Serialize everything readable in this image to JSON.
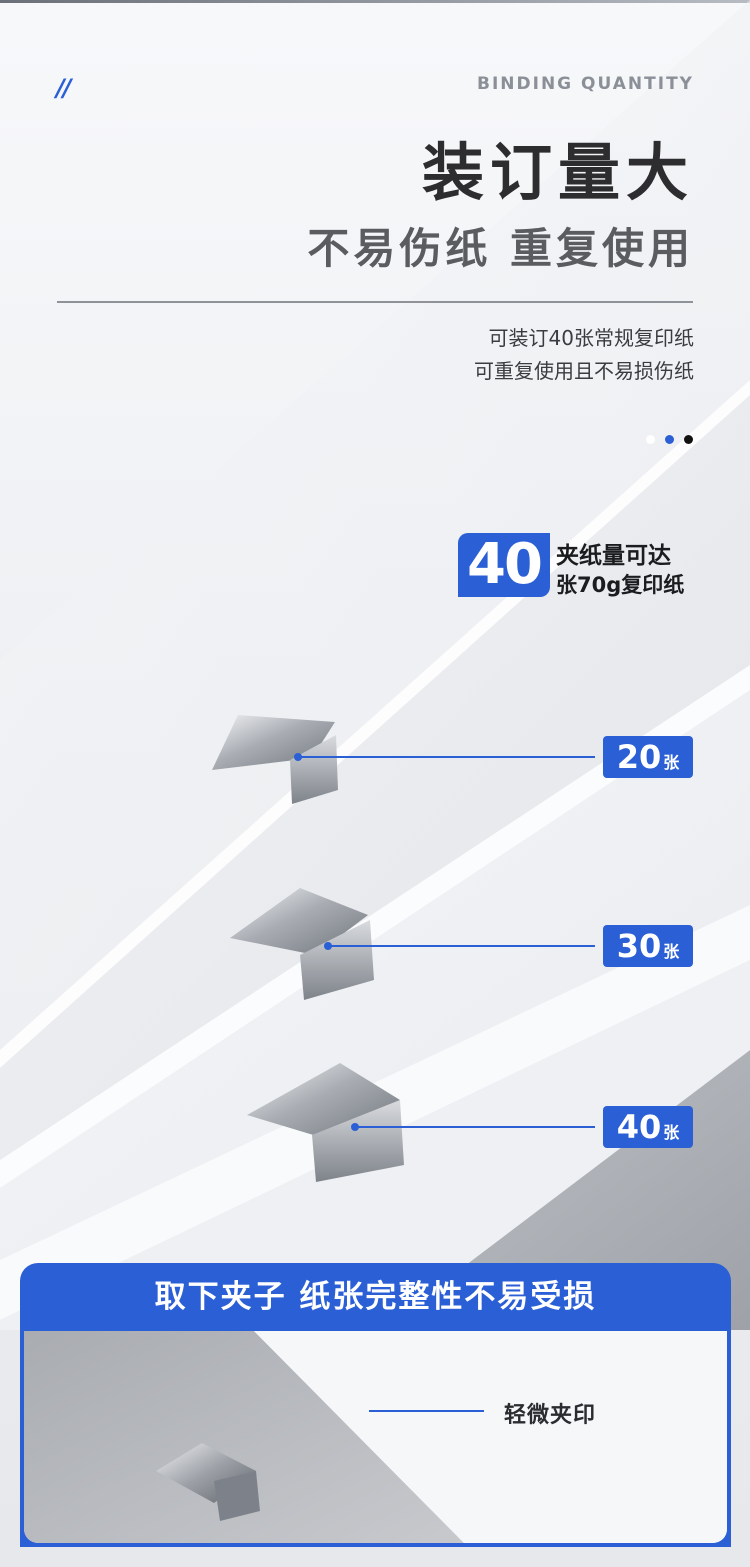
{
  "header": {
    "decor_mark": "//",
    "english_label": "BINDING QUANTITY",
    "title": "装订量大",
    "subtitle": "不易伤纸 重复使用",
    "desc_line1": "可装订40张常规复印纸",
    "desc_line2": "可重复使用且不易损伤纸"
  },
  "highlight": {
    "number": "40",
    "line1": "夹纸量可达",
    "line2": "张70g复印纸"
  },
  "callouts": [
    {
      "num": "20",
      "unit": "张"
    },
    {
      "num": "30",
      "unit": "张"
    },
    {
      "num": "40",
      "unit": "张"
    }
  ],
  "panel": {
    "title": "取下夹子 纸张完整性不易受损",
    "label": "轻微夹印"
  },
  "colors": {
    "accent": "#2a5fd6",
    "title_text": "#2d2d2f",
    "subtitle_text": "#5a5c60"
  }
}
